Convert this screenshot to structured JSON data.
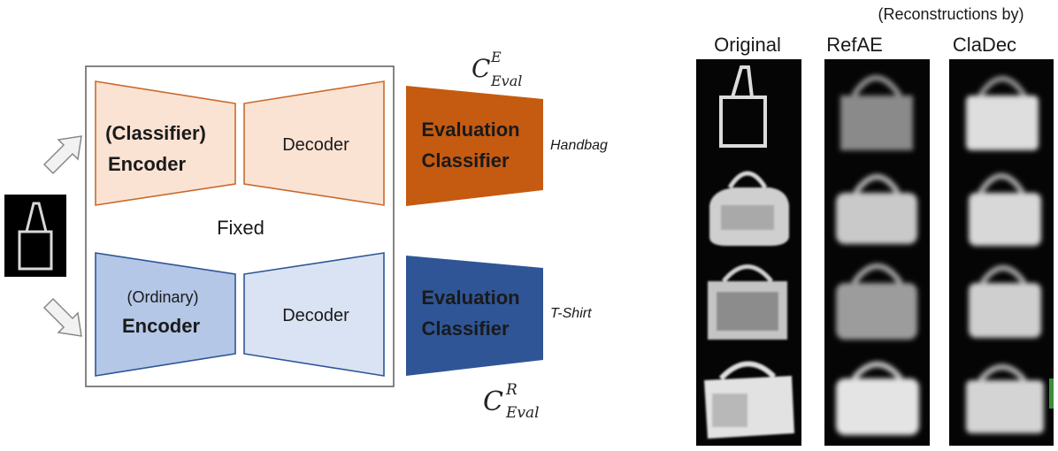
{
  "left_panel": {
    "top_encoder": {
      "line1": "(Classifier)",
      "line2": "Encoder",
      "fill": "#fbe3d4",
      "stroke": "#c96a2c"
    },
    "top_decoder": {
      "label": "Decoder",
      "fill": "#fbe3d4",
      "stroke": "#c96a2c"
    },
    "top_eval": {
      "line1": "Evaluation",
      "line2": "Classifier",
      "fill": "#c55a11"
    },
    "top_eval_symbol": {
      "base": "C",
      "sup": "E",
      "sub": "Eval"
    },
    "top_prediction": "Handbag",
    "fixed_label": "Fixed",
    "bottom_encoder": {
      "line1": "(Ordinary)",
      "line2": "Encoder",
      "fill": "#b4c7e7",
      "stroke": "#2f5597"
    },
    "bottom_decoder": {
      "label": "Decoder",
      "fill": "#dae3f3",
      "stroke": "#2f5597"
    },
    "bottom_eval": {
      "line1": "Evaluation",
      "line2": "Classifier",
      "fill": "#2f5597"
    },
    "bottom_eval_symbol": {
      "base": "C",
      "sup": "R",
      "sub": "Eval"
    },
    "bottom_prediction": "T-Shirt"
  },
  "right_panel": {
    "caption": "(Reconstructions by)",
    "columns": [
      "Original",
      "RefAE",
      "ClaDec"
    ],
    "rows": 4
  }
}
